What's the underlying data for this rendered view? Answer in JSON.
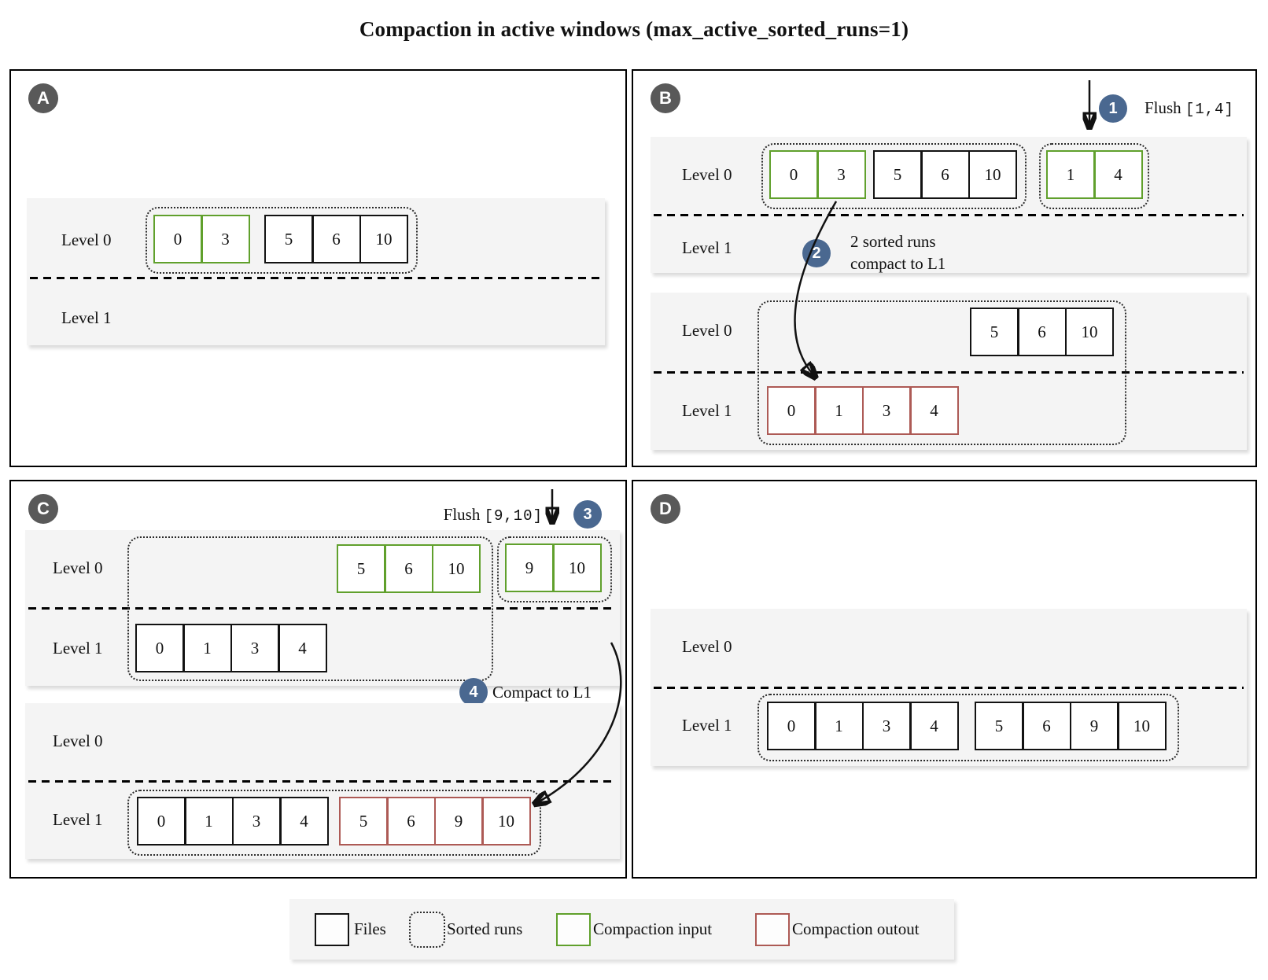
{
  "title": "Compaction in active windows (max_active_sorted_runs=1)",
  "colors": {
    "file_border": "#121212",
    "compaction_input": "#60a02c",
    "compaction_output": "#ad5a55",
    "step_badge": "#4a6890",
    "panel_badge": "#595959",
    "level_band": "#f4f4f4"
  },
  "panels": {
    "A": {
      "badge": "A",
      "s1": {
        "l0": "Level 0",
        "l1": "Level 1",
        "g1": [
          "0",
          "3"
        ],
        "g2": [
          "5",
          "6",
          "10"
        ]
      }
    },
    "B": {
      "badge": "B",
      "flush": {
        "badge": "1",
        "label": "Flush",
        "range": "[1,4]"
      },
      "note": {
        "badge": "2",
        "line1": "2 sorted runs",
        "line2": "compact to L1"
      },
      "s1": {
        "l0": "Level 0",
        "l1": "Level 1",
        "g1": [
          "0",
          "3"
        ],
        "g2": [
          "5",
          "6",
          "10"
        ],
        "g3": [
          "1",
          "4"
        ]
      },
      "s2": {
        "l0": "Level 0",
        "l1": "Level 1",
        "g1": [
          "5",
          "6",
          "10"
        ],
        "g2": [
          "0",
          "1",
          "3",
          "4"
        ]
      }
    },
    "C": {
      "badge": "C",
      "flush": {
        "badge": "3",
        "label": "Flush",
        "range": "[9,10]"
      },
      "note": {
        "badge": "4",
        "text": "Compact to L1"
      },
      "s1": {
        "l0": "Level 0",
        "l1": "Level 1",
        "g1": [
          "5",
          "6",
          "10"
        ],
        "g2": [
          "9",
          "10"
        ],
        "g3": [
          "0",
          "1",
          "3",
          "4"
        ]
      },
      "s2": {
        "l0": "Level 0",
        "l1": "Level 1",
        "g1": [
          "0",
          "1",
          "3",
          "4"
        ],
        "g2": [
          "5",
          "6",
          "9",
          "10"
        ]
      }
    },
    "D": {
      "badge": "D",
      "s1": {
        "l0": "Level 0",
        "l1": "Level 1",
        "g1": [
          "0",
          "1",
          "3",
          "4"
        ],
        "g2": [
          "5",
          "6",
          "9",
          "10"
        ]
      }
    }
  },
  "legend": {
    "files": "Files",
    "sorted_runs": "Sorted runs",
    "compaction_input": "Compaction input",
    "compaction_output": "Compaction outout"
  }
}
